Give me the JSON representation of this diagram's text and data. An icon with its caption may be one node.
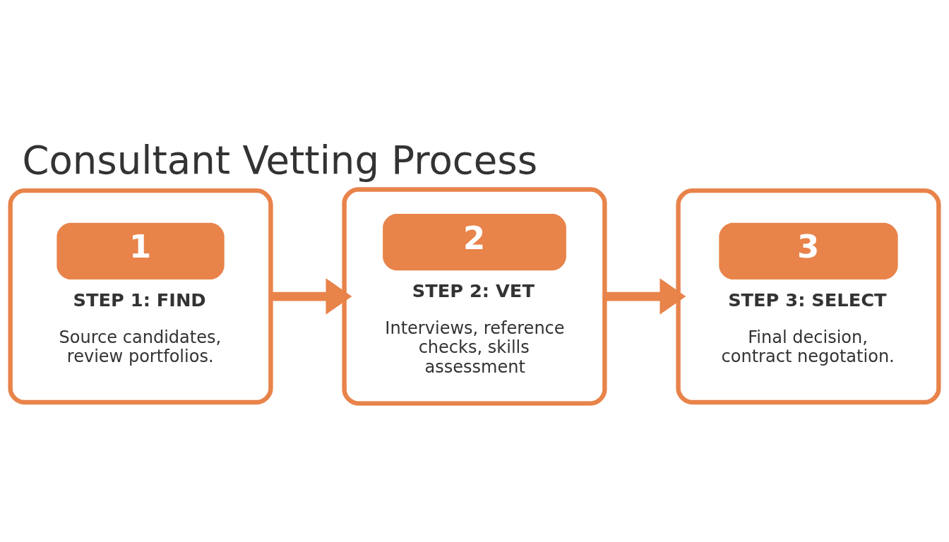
{
  "diagram": {
    "title": "Consultant Vetting Process",
    "nodes": [
      {
        "text": [
          "1",
          "STEP 1: FIND",
          "Source candidates, review portfolios."
        ]
      },
      {
        "text": [
          "2",
          "STEP 2: VET",
          "Interviews, reference checks, skills assessment"
        ]
      },
      {
        "text": [
          "3",
          "STEP 3: SELECT",
          "Final decision, contract negotation."
        ]
      }
    ],
    "edges": [
      {
        "from": 0,
        "to": 1,
        "arrow": "to"
      },
      {
        "from": 1,
        "to": 2,
        "arrow": "to"
      }
    ]
  }
}
